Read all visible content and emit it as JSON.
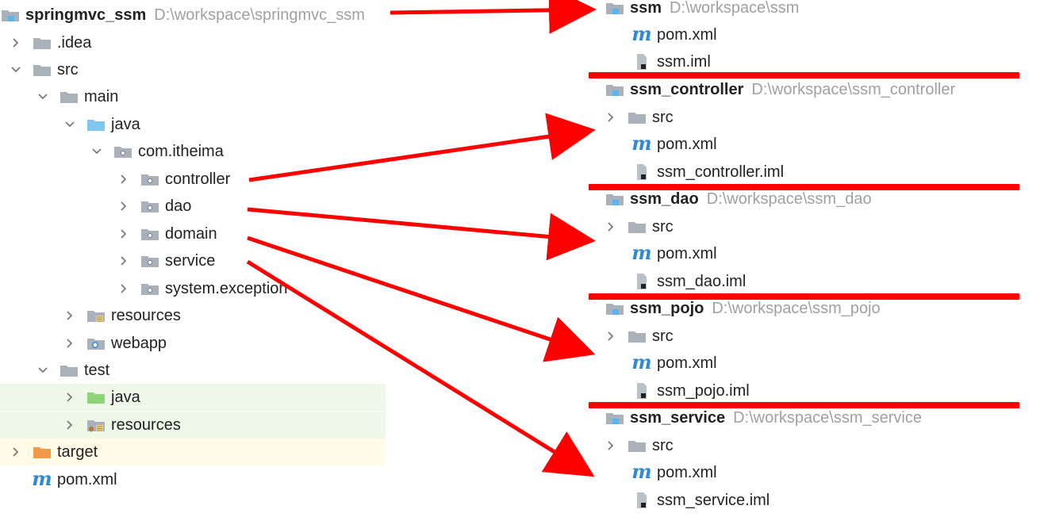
{
  "left_tree": {
    "root": {
      "label": "springmvc_ssm",
      "path": "D:\\workspace\\springmvc_ssm"
    },
    "items": [
      {
        "label": ".idea"
      },
      {
        "label": "src"
      },
      {
        "label": "main"
      },
      {
        "label": "java"
      },
      {
        "label": "com.itheima"
      },
      {
        "label": "controller"
      },
      {
        "label": "dao"
      },
      {
        "label": "domain"
      },
      {
        "label": "service"
      },
      {
        "label": "system.exception"
      },
      {
        "label": "resources"
      },
      {
        "label": "webapp"
      },
      {
        "label": "test"
      },
      {
        "label": "java"
      },
      {
        "label": "resources"
      },
      {
        "label": "target"
      },
      {
        "label": "pom.xml"
      }
    ]
  },
  "right_tree": {
    "modules": [
      {
        "name": "ssm",
        "path": "D:\\workspace\\ssm",
        "children": [
          {
            "label": "pom.xml"
          },
          {
            "label": "ssm.iml"
          }
        ]
      },
      {
        "name": "ssm_controller",
        "path": "D:\\workspace\\ssm_controller",
        "children": [
          {
            "label": "src"
          },
          {
            "label": "pom.xml"
          },
          {
            "label": "ssm_controller.iml"
          }
        ]
      },
      {
        "name": "ssm_dao",
        "path": "D:\\workspace\\ssm_dao",
        "children": [
          {
            "label": "src"
          },
          {
            "label": "pom.xml"
          },
          {
            "label": "ssm_dao.iml"
          }
        ]
      },
      {
        "name": "ssm_pojo",
        "path": "D:\\workspace\\ssm_pojo",
        "children": [
          {
            "label": "src"
          },
          {
            "label": "pom.xml"
          },
          {
            "label": "ssm_pojo.iml"
          }
        ]
      },
      {
        "name": "ssm_service",
        "path": "D:\\workspace\\ssm_service",
        "children": [
          {
            "label": "src"
          },
          {
            "label": "pom.xml"
          },
          {
            "label": "ssm_service.iml"
          }
        ]
      }
    ]
  },
  "icons": {
    "module_root": "module-folder-icon",
    "folder": "folder-icon",
    "source_folder": "source-folder-icon",
    "package": "package-icon",
    "resources_folder": "resources-folder-icon",
    "web_folder": "web-folder-icon",
    "test_source_folder": "test-source-folder-icon",
    "test_resources_folder": "test-resources-folder-icon",
    "excluded_folder": "excluded-folder-icon",
    "maven_file": "maven-file-icon",
    "iml_file": "iml-file-icon",
    "chevron_right": "chevron-right-icon",
    "chevron_down": "chevron-down-icon"
  },
  "colors": {
    "arrow": "#ff0000",
    "folder_gray": "#a9b2bb",
    "source_blue": "#7ec7f0",
    "test_green": "#8fd37b",
    "target_orange": "#f19a4a",
    "maven_blue": "#2f89d9",
    "test_band": "#eef7e8",
    "target_band": "#fffbe7"
  }
}
